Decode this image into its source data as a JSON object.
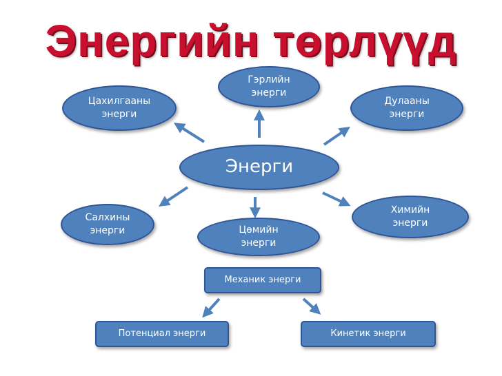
{
  "title": "Энергийн төрлүүд",
  "center": "Энерги",
  "types": {
    "light": "Гэрлийн\nэнерги",
    "electric": "Цахилгааны\nэнерги",
    "thermal": "Дулааны\nэнерги",
    "wind": "Салхины\nэнерги",
    "chemical": "Химийн\nэнерги",
    "nuclear": "Цөмийн\nэнерги"
  },
  "mechanical": "Механик энерги",
  "potential": "Потенциал энерги",
  "kinetic": "Кинетик энерги",
  "colors": {
    "node_fill": "#4f81bd",
    "node_border": "#2f5597",
    "title": "#c8102e"
  }
}
